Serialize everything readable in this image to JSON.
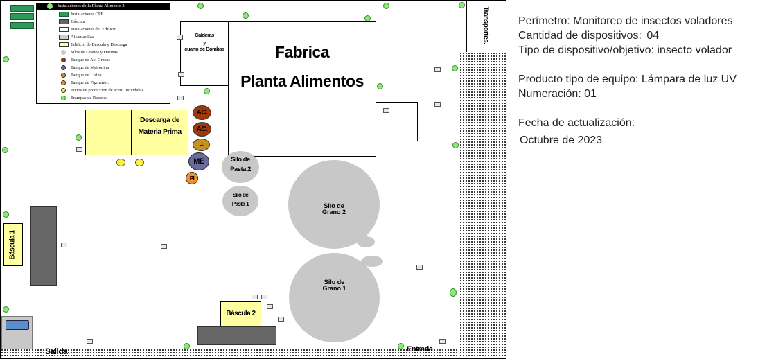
{
  "legend": {
    "title": "Instalaciones de la Planta Alimento 2",
    "items": [
      {
        "label": "Instalaciones CPE",
        "color": "#2e9a5a"
      },
      {
        "label": "Báscula",
        "color": "#666666"
      },
      {
        "label": "Instalaciones del Edificio",
        "color": "#ffffff"
      },
      {
        "label": "Alcantarillas",
        "color": "#cfcfcf"
      },
      {
        "label": "Edificio de Báscula y Descarga",
        "color": "#ffffa0"
      },
      {
        "label": "Silos de Granos y Harinas",
        "color": "#c8c8c8"
      },
      {
        "label": "Tanque de Ac. Grasos",
        "color": "#a0380a"
      },
      {
        "label": "Tanque de Metionina",
        "color": "#6a6a9e"
      },
      {
        "label": "Tanque de Lisina",
        "color": "#c8901e"
      },
      {
        "label": "Tanque de Pigmento.",
        "color": "#f0902a"
      },
      {
        "label": "Tubos de proteccion de acero inoxidable",
        "color": "#fff23a"
      },
      {
        "label": "Trampas de Ratones",
        "color": "#8de87a"
      }
    ]
  },
  "map": {
    "fabrica_line1": "Fabrica",
    "fabrica_line2": "Planta Alimentos",
    "calderas_line1": "Calderas",
    "calderas_line2": "y",
    "calderas_line3": "cuarto de Bombas",
    "descarga_line1": "Descarga de",
    "descarga_line2": "Materia Prima",
    "tank_ac1": "AC.",
    "tank_ac2": "AC.",
    "tank_li": "LI.",
    "tank_me": "ME",
    "tank_pi": "PI",
    "silo_pasta2_line1": "Silo de",
    "silo_pasta2_line2": "Pasta 2",
    "silo_pasta1_line1": "Silo de",
    "silo_pasta1_line2": "Pasta 1",
    "silo_grano2_line1": "Silo de",
    "silo_grano2_line2": "Grano 2",
    "silo_grano1_line1": "Silo de",
    "silo_grano1_line2": "Grano 1",
    "bascula1": "Báscula 1",
    "bascula2": "Báscula 2",
    "transportes": "Transportes.",
    "salida": "Salida",
    "entrada": "Entrada"
  },
  "info": {
    "perimetro_label": "Perímetro:",
    "perimetro_value": "Monitoreo de insectos voladores",
    "cantidad_label": "Cantidad de dispositivos:",
    "cantidad_value": "04",
    "tipo_label": "Tipo de dispositivo/objetivo:",
    "tipo_value": "insecto volador",
    "producto_label": "Producto tipo de equipo:",
    "producto_value": "Lámpara de luz UV",
    "numeracion_label": "Numeración:",
    "numeracion_value": "01",
    "fecha_label": "Fecha de actualización:",
    "fecha_value": "Octubre de 2023"
  }
}
